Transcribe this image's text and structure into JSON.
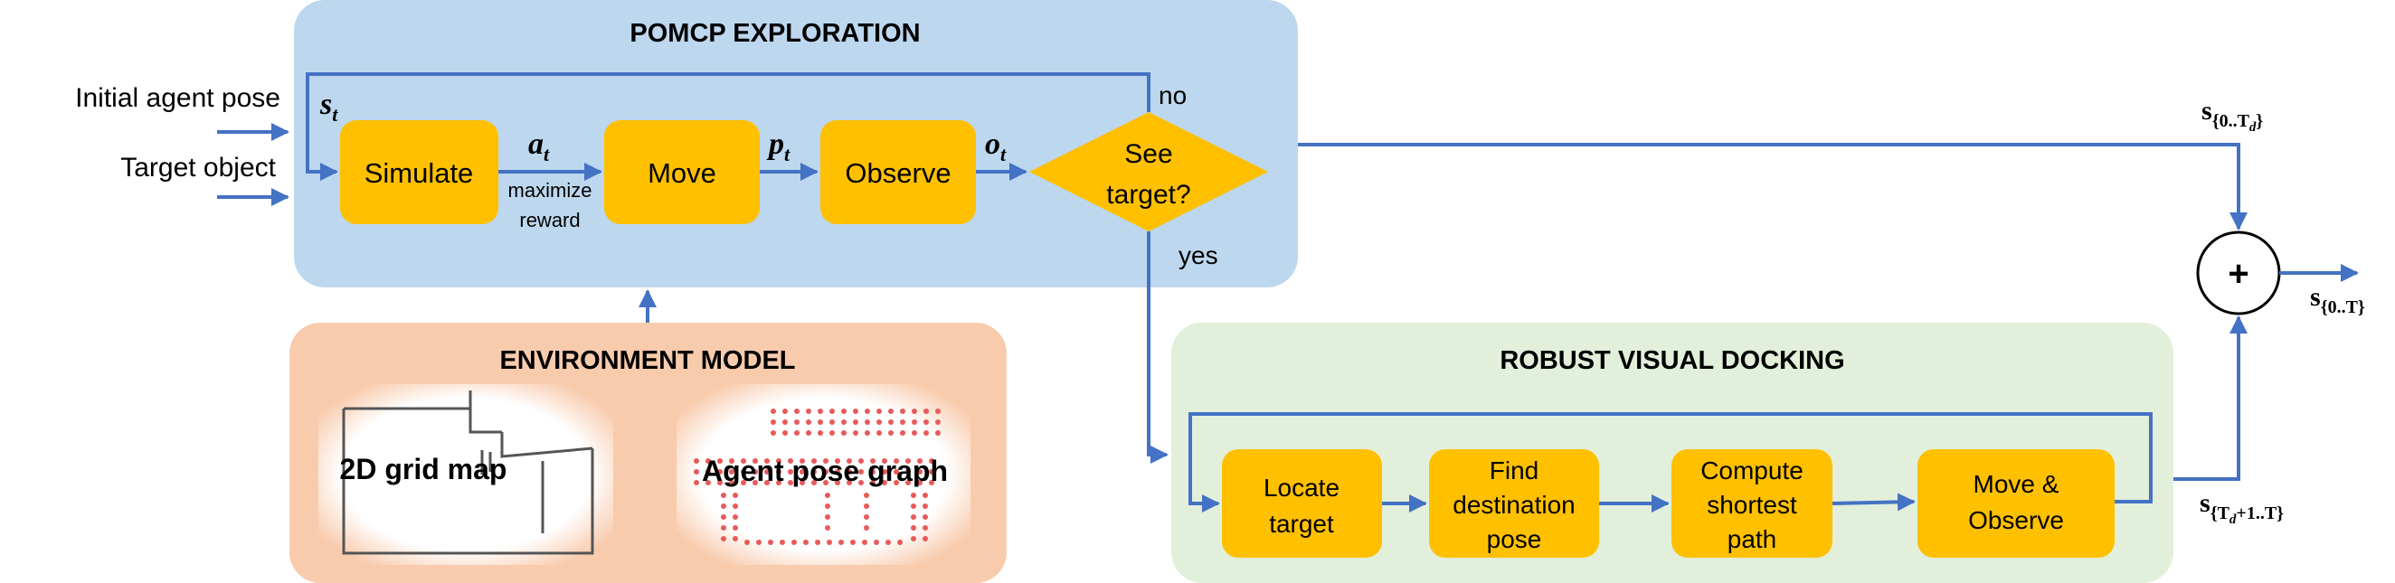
{
  "inputs": {
    "initial_pose": "Initial agent pose",
    "target_object": "Target object"
  },
  "pomcp": {
    "title": "POMCP EXPLORATION",
    "simulate": "Simulate",
    "move": "Move",
    "observe": "Observe",
    "decision_line1": "See",
    "decision_line2": "target?",
    "no_label": "no",
    "yes_label": "yes",
    "s_t": "s",
    "s_t_sub": "t",
    "a_t": "a",
    "a_t_sub": "t",
    "p_t": "p",
    "p_t_sub": "t",
    "o_t": "o",
    "o_t_sub": "t",
    "maximize_line1": "maximize",
    "maximize_line2": "reward"
  },
  "environment": {
    "title": "ENVIRONMENT MODEL",
    "grid_map": "2D grid map",
    "pose_graph": "Agent pose graph"
  },
  "docking": {
    "title": "ROBUST VISUAL DOCKING",
    "locate_line1": "Locate",
    "locate_line2": "target",
    "find_line1": "Find",
    "find_line2": "destination",
    "find_line3": "pose",
    "compute_line1": "Compute",
    "compute_line2": "shortest",
    "compute_line3": "path",
    "move_obs_line1": "Move &",
    "move_obs_line2": "Observe"
  },
  "output": {
    "combine_symbol": "+",
    "s_0_Td": "s",
    "s_0_Td_sub": "{0..T",
    "s_0_Td_subsub": "d",
    "s_0_Td_close": "}",
    "s_Td1_T": "s",
    "s_Td1_T_sub": "{T",
    "s_Td1_T_subsub": "d",
    "s_Td1_T_rest": "+1..T}",
    "s_0_T": "s",
    "s_0_T_sub": "{0..T}"
  },
  "colors": {
    "pomcp_bg": "#bdd7ee",
    "env_bg": "#f8cbad",
    "docking_bg": "#e2efda",
    "node": "#ffc000",
    "arrow": "#4472c4",
    "pose_dot": "#e85a5a"
  }
}
